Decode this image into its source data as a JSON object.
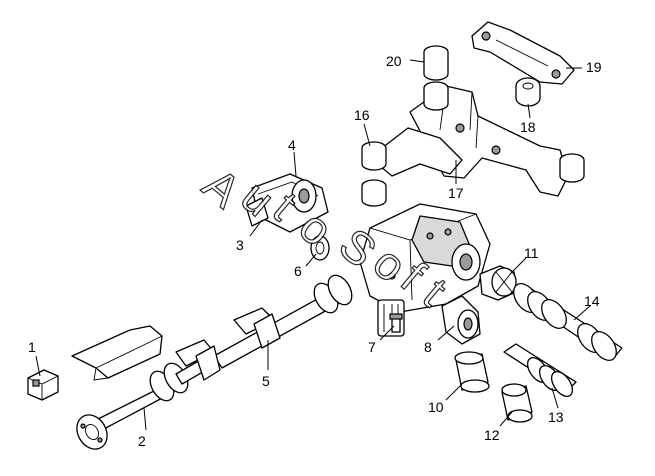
{
  "diagram": {
    "callouts": [
      {
        "id": "1",
        "label": "1"
      },
      {
        "id": "2",
        "label": "2"
      },
      {
        "id": "3",
        "label": "3"
      },
      {
        "id": "4",
        "label": "4"
      },
      {
        "id": "5",
        "label": "5"
      },
      {
        "id": "6",
        "label": "6"
      },
      {
        "id": "7",
        "label": "7"
      },
      {
        "id": "8",
        "label": "8"
      },
      {
        "id": "10",
        "label": "10"
      },
      {
        "id": "11",
        "label": "11"
      },
      {
        "id": "12",
        "label": "12"
      },
      {
        "id": "13",
        "label": "13"
      },
      {
        "id": "14",
        "label": "14"
      },
      {
        "id": "16",
        "label": "16"
      },
      {
        "id": "17",
        "label": "17"
      },
      {
        "id": "18",
        "label": "18"
      },
      {
        "id": "19",
        "label": "19"
      },
      {
        "id": "20",
        "label": "20"
      }
    ],
    "watermark": {
      "letters": [
        "A",
        "u",
        "t",
        "o",
        "S",
        "o",
        "f",
        "t"
      ]
    }
  }
}
